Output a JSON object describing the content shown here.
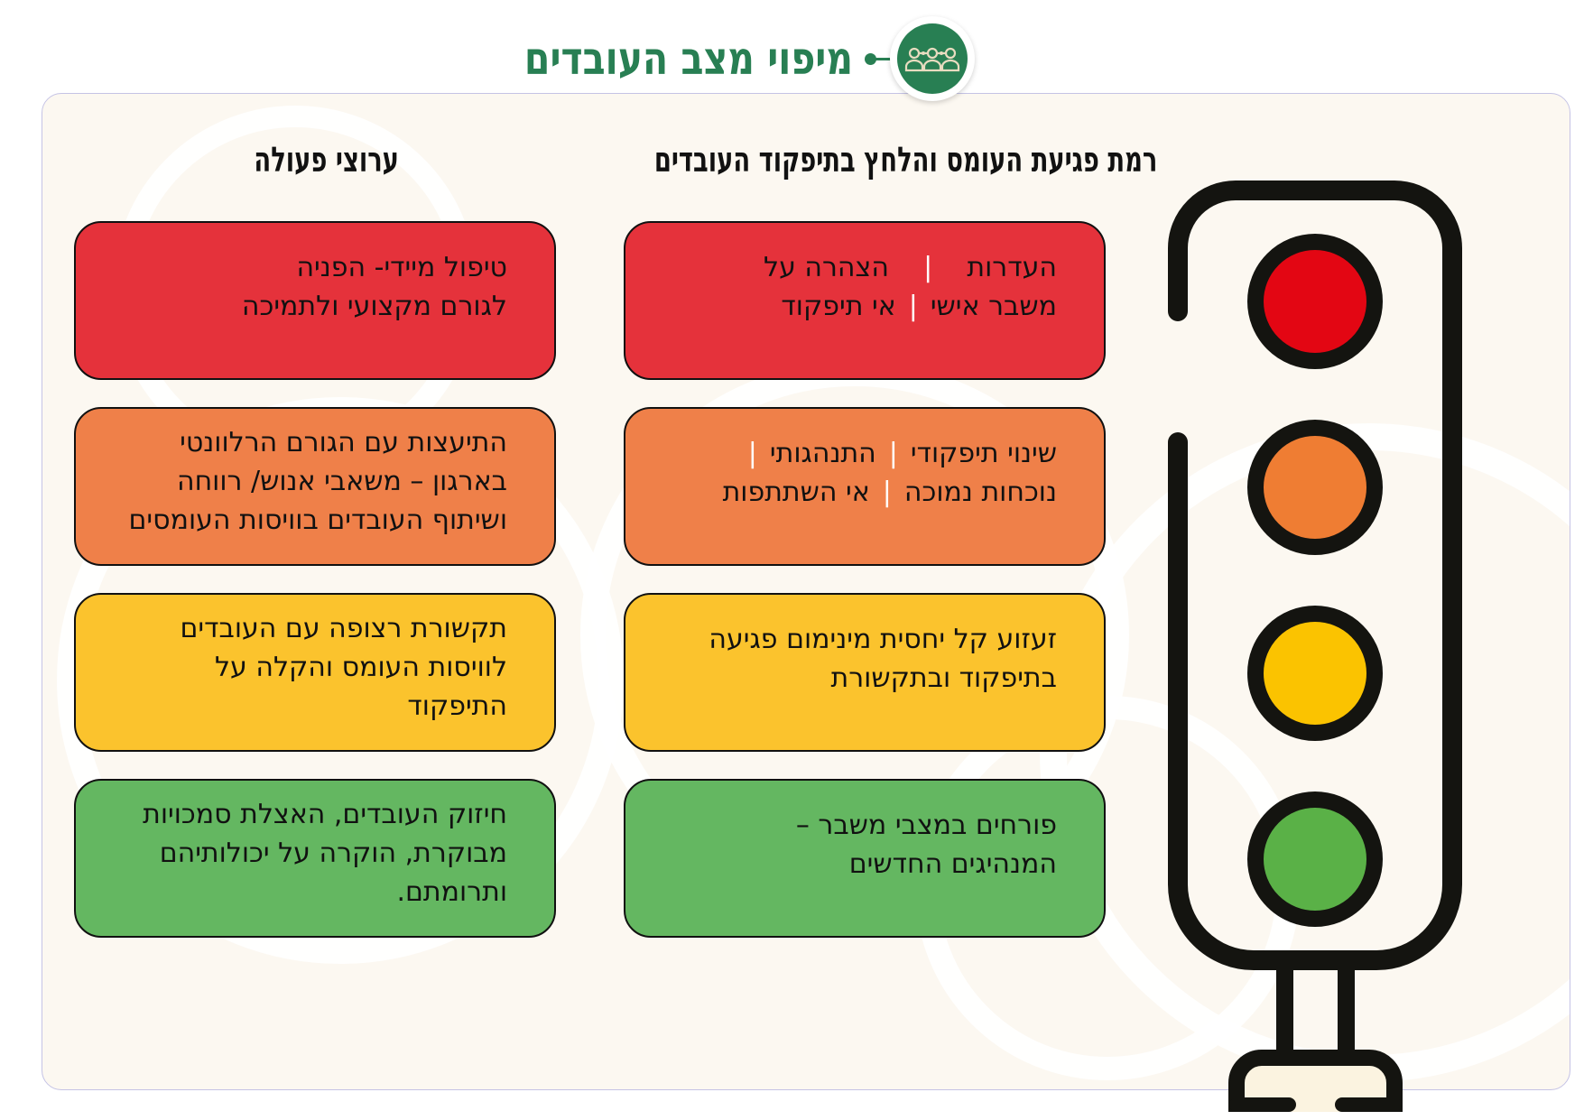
{
  "header": {
    "title": "מיפוי מצב העובדים",
    "icon": "people-network-icon"
  },
  "columns": {
    "impact_heading": "רמת פגיעת העומס והלחץ בתיפקוד העובדים",
    "actions_heading": "ערוצי פעולה"
  },
  "levels": [
    {
      "color": "#e5323b",
      "light_color": "#e30613",
      "impact_lines": [
        [
          "העדרות",
          "הצהרה על"
        ],
        [
          "משבר אישי",
          "אי תיפקוד"
        ]
      ],
      "action_lines": [
        "טיפול מיידי- הפניה",
        "לגורם מקצועי ולתמיכה"
      ]
    },
    {
      "color": "#ef8049",
      "light_color": "#ef7d33",
      "impact_lines": [
        [
          "שינוי תיפקודי",
          "התנהגותי",
          ""
        ],
        [
          "נוכחות נמוכה",
          "אי השתתפות"
        ]
      ],
      "action_lines": [
        "התיעצות עם הגורם הרלוונטי",
        "בארגון – משאבי אנוש/ רווחה",
        "ושיתוף העובדים בוויסות העומסים"
      ]
    },
    {
      "color": "#fbc32d",
      "light_color": "#fbc300",
      "impact_lines": [
        [
          "זעזוע קל יחסית מינימום פגיעה"
        ],
        [
          "בתיפקוד ובתקשורת"
        ]
      ],
      "action_lines": [
        "תקשורת רצופה עם העובדים",
        "לוויסות העומס והקלה על",
        "התיפקוד"
      ]
    },
    {
      "color": "#64b761",
      "light_color": "#5ab147",
      "impact_lines": [
        [
          "פורחים במצבי משבר –"
        ],
        [
          "המנהיגים החדשים"
        ]
      ],
      "action_lines": [
        "חיזוק העובדים, האצלת סמכויות",
        "מבוקרת, הוקרה על יכולותיהם",
        "ותרומתם."
      ]
    }
  ]
}
